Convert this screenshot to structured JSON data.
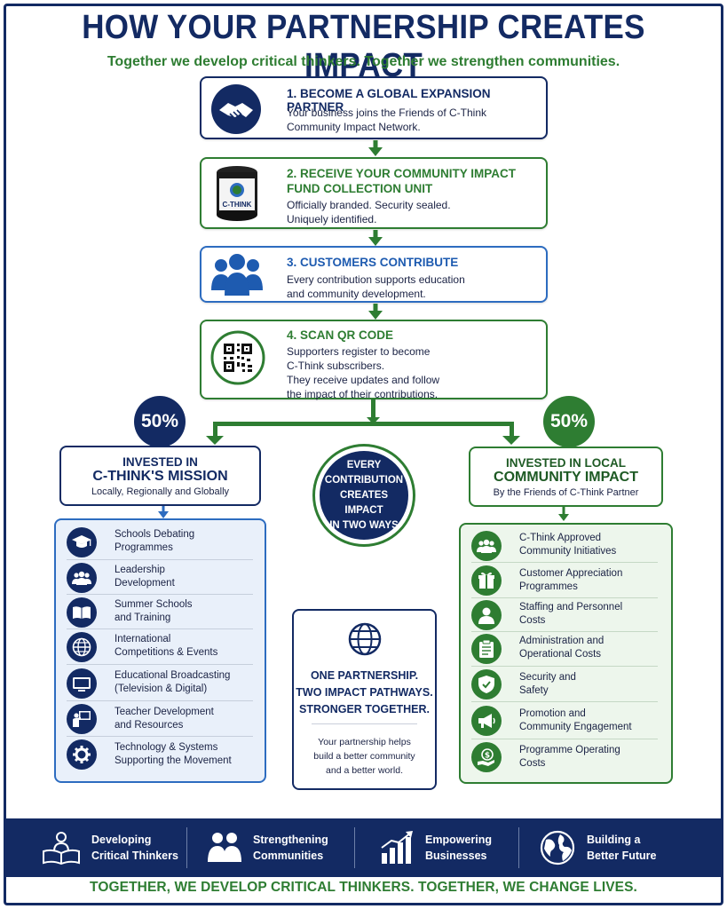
{
  "header": {
    "title": "HOW YOUR PARTNERSHIP CREATES IMPACT",
    "subtitle": "Together we develop critical thinkers. Together we strengthen communities."
  },
  "steps": [
    {
      "title": "1. BECOME A GLOBAL EXPANSION PARTNER",
      "text": "Your business joins the Friends of C-Think\nCommunity Impact Network.",
      "icon": "handshake-icon"
    },
    {
      "title_line1": "2. RECEIVE YOUR COMMUNITY IMPACT",
      "title_line2": "FUND COLLECTION UNIT",
      "text": "Officially branded. Security sealed.\nUniquely identified.",
      "icon": "collection-unit-icon",
      "unit_label": "C-THINK"
    },
    {
      "title": "3. CUSTOMERS CONTRIBUTE",
      "text": "Every contribution supports education\nand community development.",
      "icon": "people-icon"
    },
    {
      "title": "4. SCAN QR CODE",
      "text": "Supporters register to become\nC-Think subscribers.\nThey receive updates and follow\nthe impact of their contributions.",
      "icon": "qr-code-icon"
    }
  ],
  "left_branch": {
    "percent": "50%",
    "line1": "INVESTED IN",
    "line2": "C-THINK'S MISSION",
    "line3": "Locally, Regionally and Globally",
    "items": [
      {
        "label": "Schools Debating\nProgrammes",
        "icon": "graduation-cap-icon"
      },
      {
        "label": "Leadership\nDevelopment",
        "icon": "group-icon"
      },
      {
        "label": "Summer Schools\nand Training",
        "icon": "book-icon"
      },
      {
        "label": "International\nCompetitions & Events",
        "icon": "globe-icon"
      },
      {
        "label": "Educational Broadcasting\n(Television & Digital)",
        "icon": "television-icon"
      },
      {
        "label": "Teacher Development\nand Resources",
        "icon": "teacher-icon"
      },
      {
        "label": "Technology & Systems\nSupporting the Movement",
        "icon": "gear-icon"
      }
    ]
  },
  "right_branch": {
    "percent": "50%",
    "line1": "INVESTED IN LOCAL",
    "line2": "COMMUNITY IMPACT",
    "line3": "By the Friends of C-Think Partner",
    "items": [
      {
        "label": "C-Think Approved\nCommunity Initiatives",
        "icon": "community-icon"
      },
      {
        "label": "Customer Appreciation\nProgrammes",
        "icon": "gift-icon"
      },
      {
        "label": "Staffing and Personnel\nCosts",
        "icon": "person-icon"
      },
      {
        "label": "Administration and\nOperational Costs",
        "icon": "clipboard-icon"
      },
      {
        "label": "Security and\nSafety",
        "icon": "shield-icon"
      },
      {
        "label": "Promotion and\nCommunity Engagement",
        "icon": "megaphone-icon"
      },
      {
        "label": "Programme Operating\nCosts",
        "icon": "money-hand-icon"
      }
    ]
  },
  "center": {
    "circle_line1": "EVERY",
    "circle_line2": "CONTRIBUTION",
    "circle_line3": "CREATES IMPACT",
    "circle_line4": "IN TWO WAYS",
    "card_line1": "ONE PARTNERSHIP.",
    "card_line2": "TWO IMPACT PATHWAYS.",
    "card_line3": "STRONGER TOGETHER.",
    "card_desc": "Your partnership helps\nbuild a better community\nand a better world."
  },
  "footer": {
    "items": [
      {
        "label": "Developing\nCritical Thinkers",
        "icon": "reader-icon"
      },
      {
        "label": "Strengthening\nCommunities",
        "icon": "community-group-icon"
      },
      {
        "label": "Empowering\nBusinesses",
        "icon": "growth-chart-icon"
      },
      {
        "label": "Building a\nBetter Future",
        "icon": "earth-icon"
      }
    ],
    "tagline": "TOGETHER, WE DEVELOP CRITICAL THINKERS. TOGETHER, WE CHANGE LIVES."
  },
  "colors": {
    "navy": "#132a63",
    "green": "#2e7d32",
    "blue": "#2d6cc0"
  }
}
